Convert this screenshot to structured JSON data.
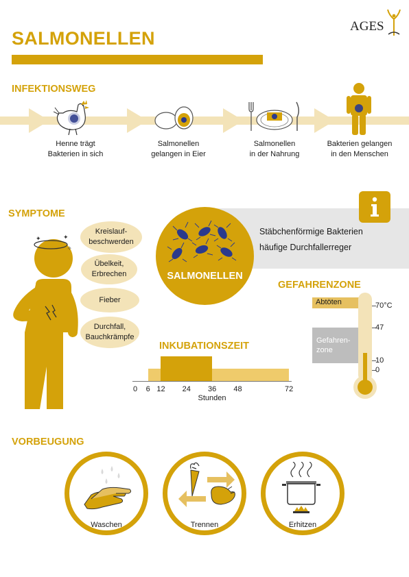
{
  "header": {
    "title": "SALMONELLEN",
    "logo_text": "AGES"
  },
  "infection": {
    "heading": "INFEKTIONSWEG",
    "steps": [
      {
        "line1": "Henne trägt",
        "line2": "Bakterien in sich",
        "icon": "hen-icon"
      },
      {
        "line1": "Salmonellen",
        "line2": "gelangen in Eier",
        "icon": "egg-icon"
      },
      {
        "line1": "Salmonellen",
        "line2": "in der Nahrung",
        "icon": "plate-icon"
      },
      {
        "line1": "Bakterien gelangen",
        "line2": "in den Menschen",
        "icon": "person-icon"
      }
    ]
  },
  "symptoms": {
    "heading": "SYMPTOME",
    "items": [
      {
        "line1": "Kreislauf-",
        "line2": "beschwerden"
      },
      {
        "line1": "Übelkeit,",
        "line2": "Erbrechen"
      },
      {
        "line1": "Fieber",
        "line2": ""
      },
      {
        "line1": "Durchfall,",
        "line2": "Bauchkrämpfe"
      }
    ],
    "circle_label": "SALMONELLEN",
    "info_line1": "Stäbchenförmige Bakterien",
    "info_line2": "häufige Durchfallerreger",
    "info_icon": "info-icon"
  },
  "danger_zone": {
    "heading": "GEFAHRENZONE",
    "kill_label": "Abtöten",
    "zone_line1": "Gefahren-",
    "zone_line2": "zone",
    "ticks": [
      "70°C",
      "47",
      "10",
      "0"
    ]
  },
  "incubation": {
    "heading": "INKUBATIONSZEIT",
    "ticks": [
      "0",
      "6",
      "12",
      "24",
      "36",
      "48",
      "72"
    ],
    "unit": "Stunden",
    "range_hours": [
      6,
      72
    ],
    "typical_hours": [
      12,
      36
    ]
  },
  "prevention": {
    "heading": "VORBEUGUNG",
    "items": [
      {
        "label": "Waschen",
        "icon": "washing-hands-icon"
      },
      {
        "label": "Trennen",
        "icon": "separate-food-icon"
      },
      {
        "label": "Erhitzen",
        "icon": "cooking-pot-icon"
      }
    ]
  },
  "colors": {
    "accent": "#D4A20A",
    "accent_light": "#F3E3B8",
    "bacteria": "#2B3A8C",
    "grey": "#E6E6E6"
  }
}
